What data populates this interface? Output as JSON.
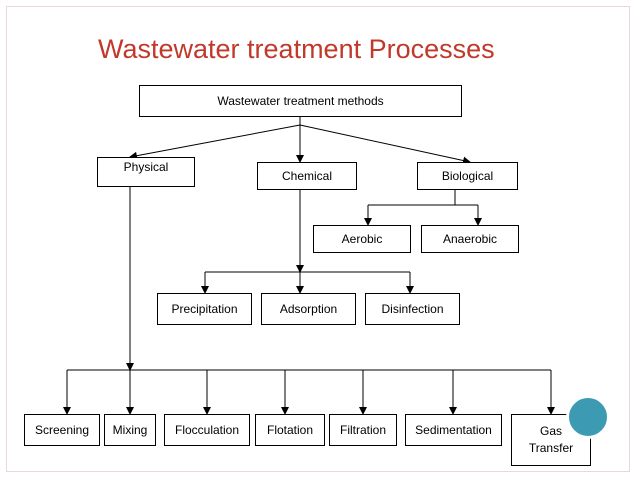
{
  "title": "Wastewater treatment Processes",
  "colors": {
    "title": "#c0392b",
    "accent_dot": "#3d9ab3",
    "line": "#000000"
  },
  "nodes": {
    "root": "Wastewater treatment methods",
    "physical": "Physical",
    "chemical": "Chemical",
    "biological": "Biological",
    "aerobic": "Aerobic",
    "anaerobic": "Anaerobic",
    "precipitation": "Precipitation",
    "adsorption": "Adsorption",
    "disinfection": "Disinfection",
    "screening": "Screening",
    "mixing": "Mixing",
    "flocculation": "Flocculation",
    "flotation": "Flotation",
    "filtration": "Filtration",
    "sedimentation": "Sedimentation",
    "gas_transfer": "Gas Transfer"
  }
}
